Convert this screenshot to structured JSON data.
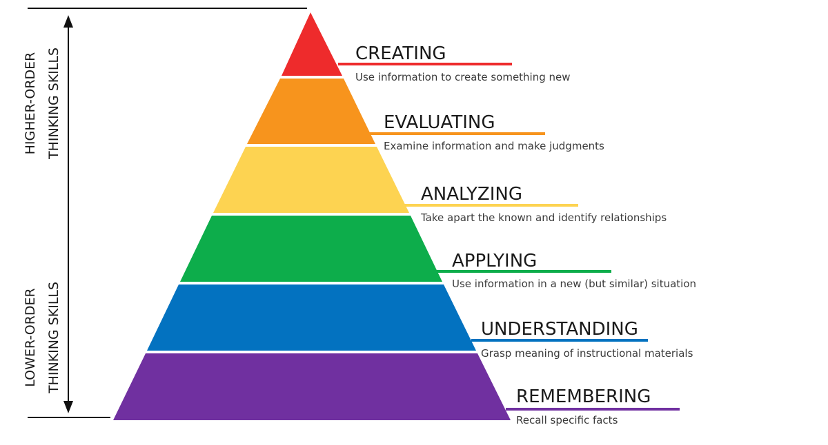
{
  "side_labels": {
    "higher": {
      "line1": "HIGHER-ORDER",
      "line2": "THINKING SKILLS"
    },
    "lower": {
      "line1": "LOWER-ORDER",
      "line2": "THINKING SKILLS"
    }
  },
  "levels": [
    {
      "title": "CREATING",
      "description": "Use information to create something new",
      "color": "#ee2b2c"
    },
    {
      "title": "EVALUATING",
      "description": "Examine information and make judgments",
      "color": "#f7941d"
    },
    {
      "title": "ANALYZING",
      "description": "Take apart the known and identify relationships",
      "color": "#fdd351"
    },
    {
      "title": "APPLYING",
      "description": "Use information in a new (but similar) situation",
      "color": "#0dad4b"
    },
    {
      "title": "UNDERSTANDING",
      "description": "Grasp meaning of instructional materials",
      "color": "#0372c0"
    },
    {
      "title": "REMEMBERING",
      "description": "Recall specific facts",
      "color": "#7030a0"
    }
  ]
}
